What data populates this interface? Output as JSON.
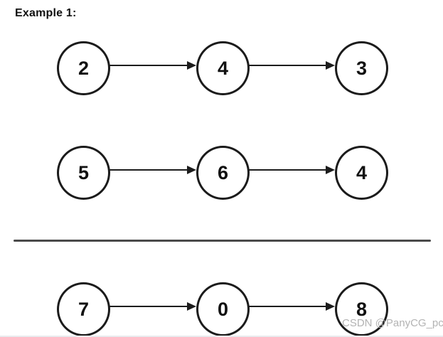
{
  "title": "Example 1:",
  "watermark": "CSDN @PanyCG_pc",
  "colors": {
    "background": "#ffffff",
    "node_stroke": "#1b1b1b",
    "arrow": "#1c1c1c",
    "divider": "#4a4a4a",
    "watermark": "#b3b3b3"
  },
  "diagram": {
    "type": "linked-lists",
    "description": "Two singly linked lists above a divider and one result linked list below it",
    "lists": [
      {
        "name": "list-1",
        "nodes": [
          "2",
          "4",
          "3"
        ]
      },
      {
        "name": "list-2",
        "nodes": [
          "5",
          "6",
          "4"
        ]
      },
      {
        "name": "result-list",
        "nodes": [
          "7",
          "0",
          "8"
        ]
      }
    ]
  }
}
